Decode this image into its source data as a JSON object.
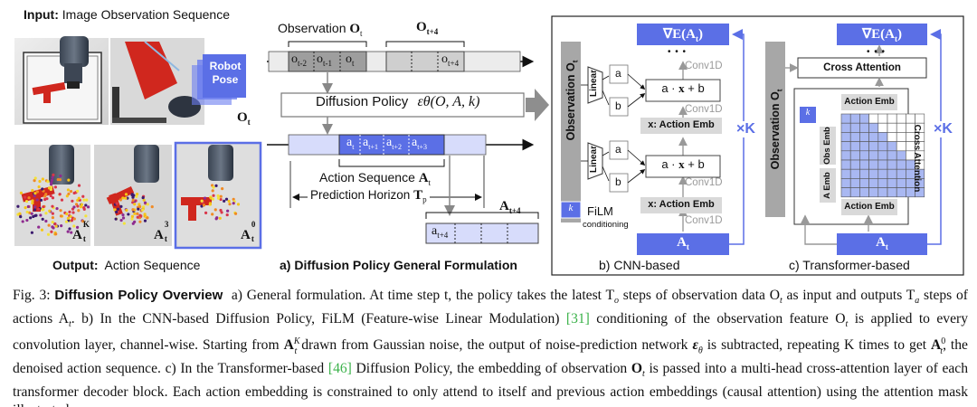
{
  "left": {
    "input_label_bold": "Input:",
    "input_label_text": " Image Observation Sequence",
    "robot_pose": [
      "Robot",
      "Pose"
    ],
    "obs_symbol": "O",
    "obs_sub": "t",
    "output_label_bold": "Output:",
    "output_label_text": "  Action Sequence",
    "action_labels": [
      {
        "base": "A",
        "sub": "t",
        "sup": "K"
      },
      {
        "base": "A",
        "sub": "t",
        "sup": "3"
      },
      {
        "base": "A",
        "sub": "t",
        "sup": "0"
      }
    ]
  },
  "panel_a": {
    "obs_label": "Observation ",
    "obs_symbol": "O",
    "obs_sub": "t",
    "obs_next_symbol": "O",
    "obs_next_sub": "t+4",
    "obs_cells": [
      "o",
      "o",
      "o"
    ],
    "obs_cell_subs": [
      "t-2",
      "t-1",
      "t"
    ],
    "obs_next_cell": "o",
    "obs_next_cell_sub": "t+4",
    "policy_text": "Diffusion Policy",
    "policy_formula": "εθ(O, A, k)",
    "action_cells": [
      "a",
      "a",
      "a",
      "a"
    ],
    "action_cell_subs": [
      "t",
      "t+1",
      "t+2",
      "t+3"
    ],
    "action_seq_label": "Action Sequence ",
    "action_seq_symbol": "A",
    "action_seq_sub": "t",
    "horizon_label": "Prediction Horizon ",
    "horizon_symbol": "T",
    "horizon_sub": "p",
    "next_action_symbol": "A",
    "next_action_sub": "t+4",
    "next_action_cell": "a",
    "next_action_cell_sub": "t+4",
    "title": "a) Diffusion Policy General Formulation"
  },
  "panel_b": {
    "grad_label": "∇E(A",
    "grad_sub": "t",
    "dots": "• • •",
    "conv": [
      "Conv1D",
      "Conv1D",
      "Conv1D",
      "Conv1D"
    ],
    "obs_bar": "Observation O",
    "obs_bar_sub": "t",
    "linear": "Linear",
    "a": "a",
    "b": "b",
    "film_eq_a": "a · ",
    "film_eq_x": "x",
    "film_eq_b": " + b",
    "action_emb": "x: Action Emb",
    "film": "FiLM",
    "film_sub": "conditioning",
    "k_box": "k",
    "bottom": "A",
    "bottom_sub": "t",
    "times_k": "×K",
    "title": "b) CNN-based"
  },
  "panel_c": {
    "grad_label": "∇E(A",
    "grad_sub": "t",
    "dots": "• • •",
    "cross_attention": "Cross Attention",
    "obs_bar": "Observation O",
    "obs_bar_sub": "t",
    "action_emb_top": "Action Emb",
    "action_emb_bottom": "Action Emb",
    "k_box": "k",
    "obs_emb": "Obs Emb",
    "a_emb": "A Emb",
    "cross_attention_vertical": "Cross Attention",
    "bottom": "A",
    "bottom_sub": "t",
    "times_k": "×K",
    "title": "c) Transformer-based"
  },
  "caption": {
    "fig": "Fig. 3: ",
    "title": "Diffusion Policy Overview",
    "s1": "  a) General formulation. At time step t, the policy takes the latest T",
    "s1_sub": "o",
    "s2": " steps of observation data O",
    "s2_sub": "t",
    "s3": " as input and outputs T",
    "s3_sub": "a",
    "s4": " steps of actions A",
    "s4_sub": "t",
    "s5": ". b) In the CNN-based Diffusion Policy, FiLM (Feature-wise Linear Modulation) ",
    "ref1": "[31]",
    "s6": " conditioning of the observation feature O",
    "s6_sub": "t",
    "s7": " is applied to every convolution layer, channel-wise. Starting from ",
    "s7_sym": "A",
    "s7_sub": "t",
    "s7_sup": "K",
    "s8": " drawn from Gaussian noise, the output of noise-prediction network ",
    "s8_sym": "ε",
    "s8_sub": "θ",
    "s9": " is subtracted, repeating K times to get ",
    "s9_sym": "A",
    "s9_sub": "t",
    "s9_sup": "0",
    "s10": ", the denoised action sequence. c) In the Transformer-based ",
    "ref2": "[46]",
    "s11": " Diffusion Policy, the embedding of observation ",
    "s11_sym": "O",
    "s11_sub": "t",
    "s12": " is passed into a multi-head cross-attention layer of each transformer decoder block. Each action embedding is constrained to only attend to itself and previous action embeddings (causal attention) using the attention mask illustrated."
  },
  "colors": {
    "accent_blue": "#5b6fe6",
    "light_blue": "#c9d0fb",
    "gray_bar": "#a7a7a7",
    "light_gray": "#d9d9d9",
    "mask_fill": "#a9b8f2",
    "link_green": "#3bb24a"
  }
}
